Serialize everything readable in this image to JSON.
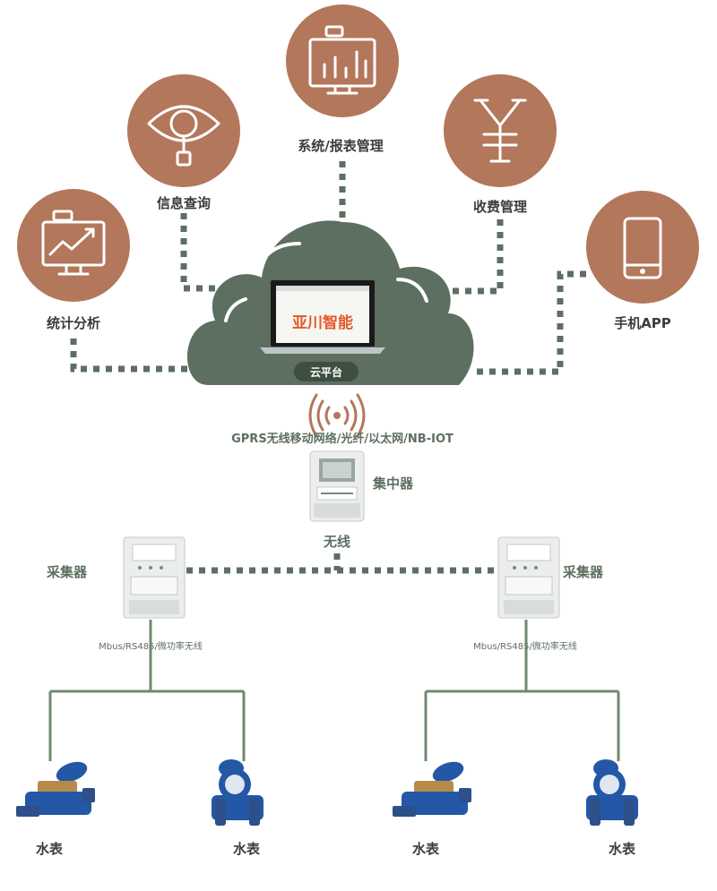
{
  "nodes": {
    "stats": "统计分析",
    "info_query": "信息查询",
    "system_report": "系统/报表管理",
    "billing": "收费管理",
    "mobile_app": "手机APP"
  },
  "cloud": {
    "brand": "亚川智能",
    "platform": "云平台"
  },
  "network_label": "GPRS无线移动网络/光纤/以太网/NB-IOT",
  "concentrator_label": "集中器",
  "wireless_label": "无线",
  "collectors": {
    "left_label": "采集器",
    "right_label": "采集器",
    "left_bus": "Mbus/RS485/微功率无线",
    "right_bus": "Mbus/RS485/微功率无线"
  },
  "meters": [
    "水表",
    "水表",
    "水表",
    "水表"
  ],
  "colors": {
    "circle_brown": "#b3775b",
    "cloud_green": "#5d6f60",
    "line_green": "#5d6f60",
    "brand_orange": "#e4582b",
    "meter_blue": "#2457a5"
  }
}
